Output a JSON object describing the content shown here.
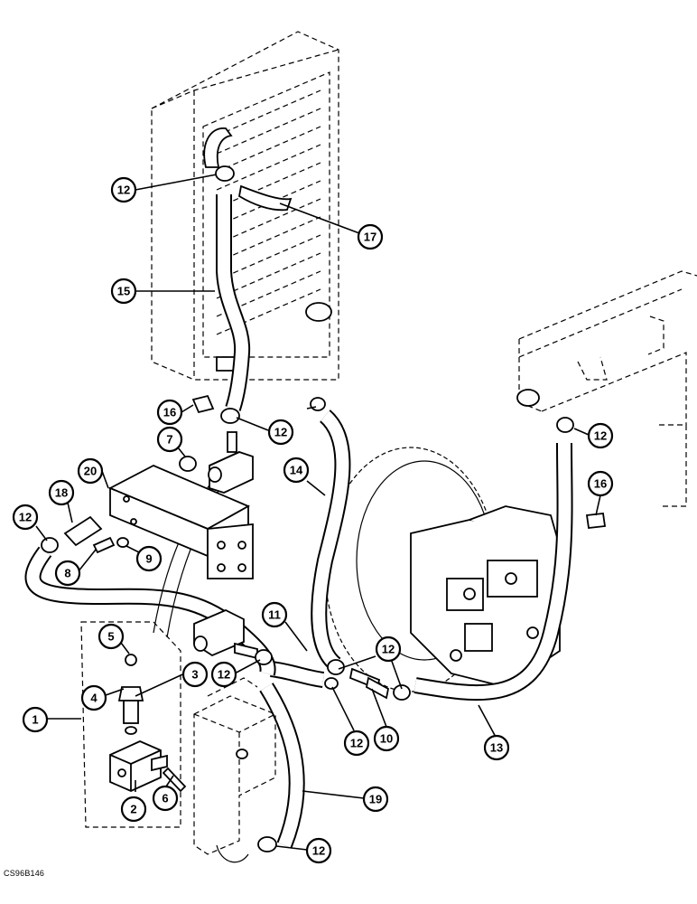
{
  "drawing_code": "CS96B146",
  "callouts": [
    {
      "id": "c1",
      "label": "1"
    },
    {
      "id": "c2",
      "label": "2"
    },
    {
      "id": "c3",
      "label": "3"
    },
    {
      "id": "c4",
      "label": "4"
    },
    {
      "id": "c5",
      "label": "5"
    },
    {
      "id": "c6",
      "label": "6"
    },
    {
      "id": "c7",
      "label": "7"
    },
    {
      "id": "c8",
      "label": "8"
    },
    {
      "id": "c9",
      "label": "9"
    },
    {
      "id": "c10",
      "label": "10"
    },
    {
      "id": "c11",
      "label": "11"
    },
    {
      "id": "c12a",
      "label": "12"
    },
    {
      "id": "c12b",
      "label": "12"
    },
    {
      "id": "c12c",
      "label": "12"
    },
    {
      "id": "c12d",
      "label": "12"
    },
    {
      "id": "c12e",
      "label": "12"
    },
    {
      "id": "c12f",
      "label": "12"
    },
    {
      "id": "c12g",
      "label": "12"
    },
    {
      "id": "c12h",
      "label": "12"
    },
    {
      "id": "c13",
      "label": "13"
    },
    {
      "id": "c14",
      "label": "14"
    },
    {
      "id": "c15",
      "label": "15"
    },
    {
      "id": "c16a",
      "label": "16"
    },
    {
      "id": "c16b",
      "label": "16"
    },
    {
      "id": "c17",
      "label": "17"
    },
    {
      "id": "c18",
      "label": "18"
    },
    {
      "id": "c19",
      "label": "19"
    },
    {
      "id": "c20",
      "label": "20"
    }
  ]
}
